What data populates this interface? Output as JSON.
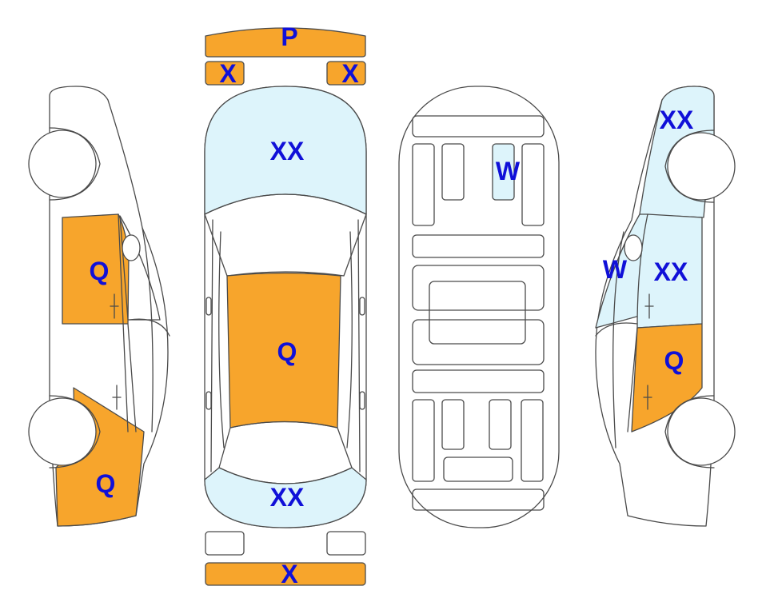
{
  "colors": {
    "outline": "#4a4a4a",
    "damage_orange": "#f7a52c",
    "damage_blue": "#ddf4fb",
    "label": "#1010d8",
    "background": "#ffffff"
  },
  "labels": {
    "front_bumper_top": "P",
    "front_light_left": "X",
    "front_light_right": "X",
    "hood": "XX",
    "roof": "Q",
    "trunk": "XX",
    "rear_bumper": "X",
    "underbody": "W",
    "left_front_door": "Q",
    "left_rear_quarter": "Q",
    "right_front_fender": "XX",
    "right_window": "W",
    "right_front_door": "XX",
    "right_rear_door": "Q"
  }
}
